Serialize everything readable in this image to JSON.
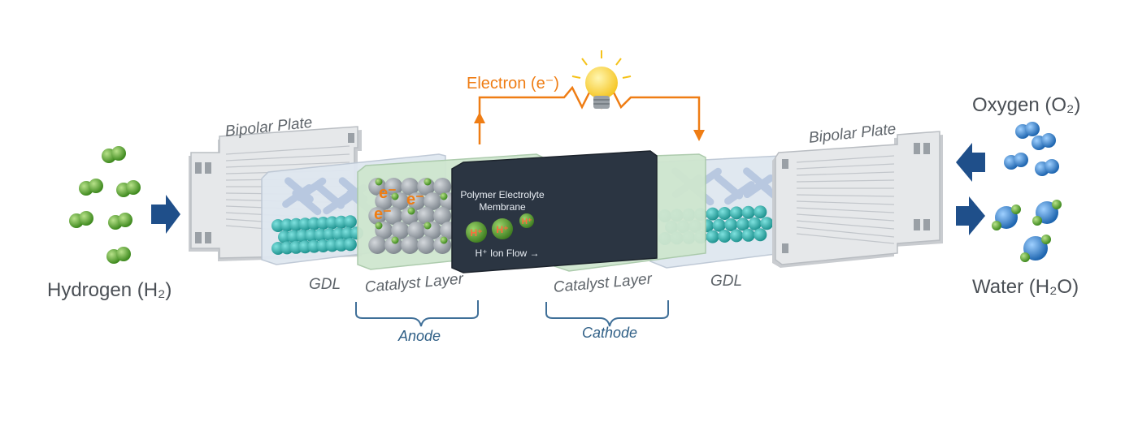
{
  "labels": {
    "hydrogen": "Hydrogen (H₂)",
    "oxygen": "Oxygen (O₂)",
    "water": "Water (H₂O)",
    "electron": "Electron (e⁻)",
    "bipolar_left": "Bipolar Plate",
    "bipolar_right": "Bipolar Plate",
    "gdl_left": "GDL",
    "gdl_right": "GDL",
    "catalyst_left": "Catalyst Layer",
    "catalyst_right": "Catalyst Layer",
    "anode": "Anode",
    "cathode": "Cathode",
    "membrane_line1": "Polymer Electrolyte",
    "membrane_line2": "Membrane",
    "ion_flow": "H⁺ Ion Flow →",
    "proton": "H⁺",
    "electron_symbol": "e⁻"
  },
  "colors": {
    "hydrogen": "#6db33f",
    "oxygen": "#3a8fd6",
    "arrow": "#1f4f8a",
    "electron": "#ef7d14",
    "membrane": "#2b3542",
    "catalyst_tint": "#cfe6cf",
    "gdl_tint": "#dfe7f0",
    "plate": "#e4e6e8",
    "fiber": "#b8c8e0",
    "carbon": "#2fb3b0",
    "bracket": "#3f6f98"
  }
}
